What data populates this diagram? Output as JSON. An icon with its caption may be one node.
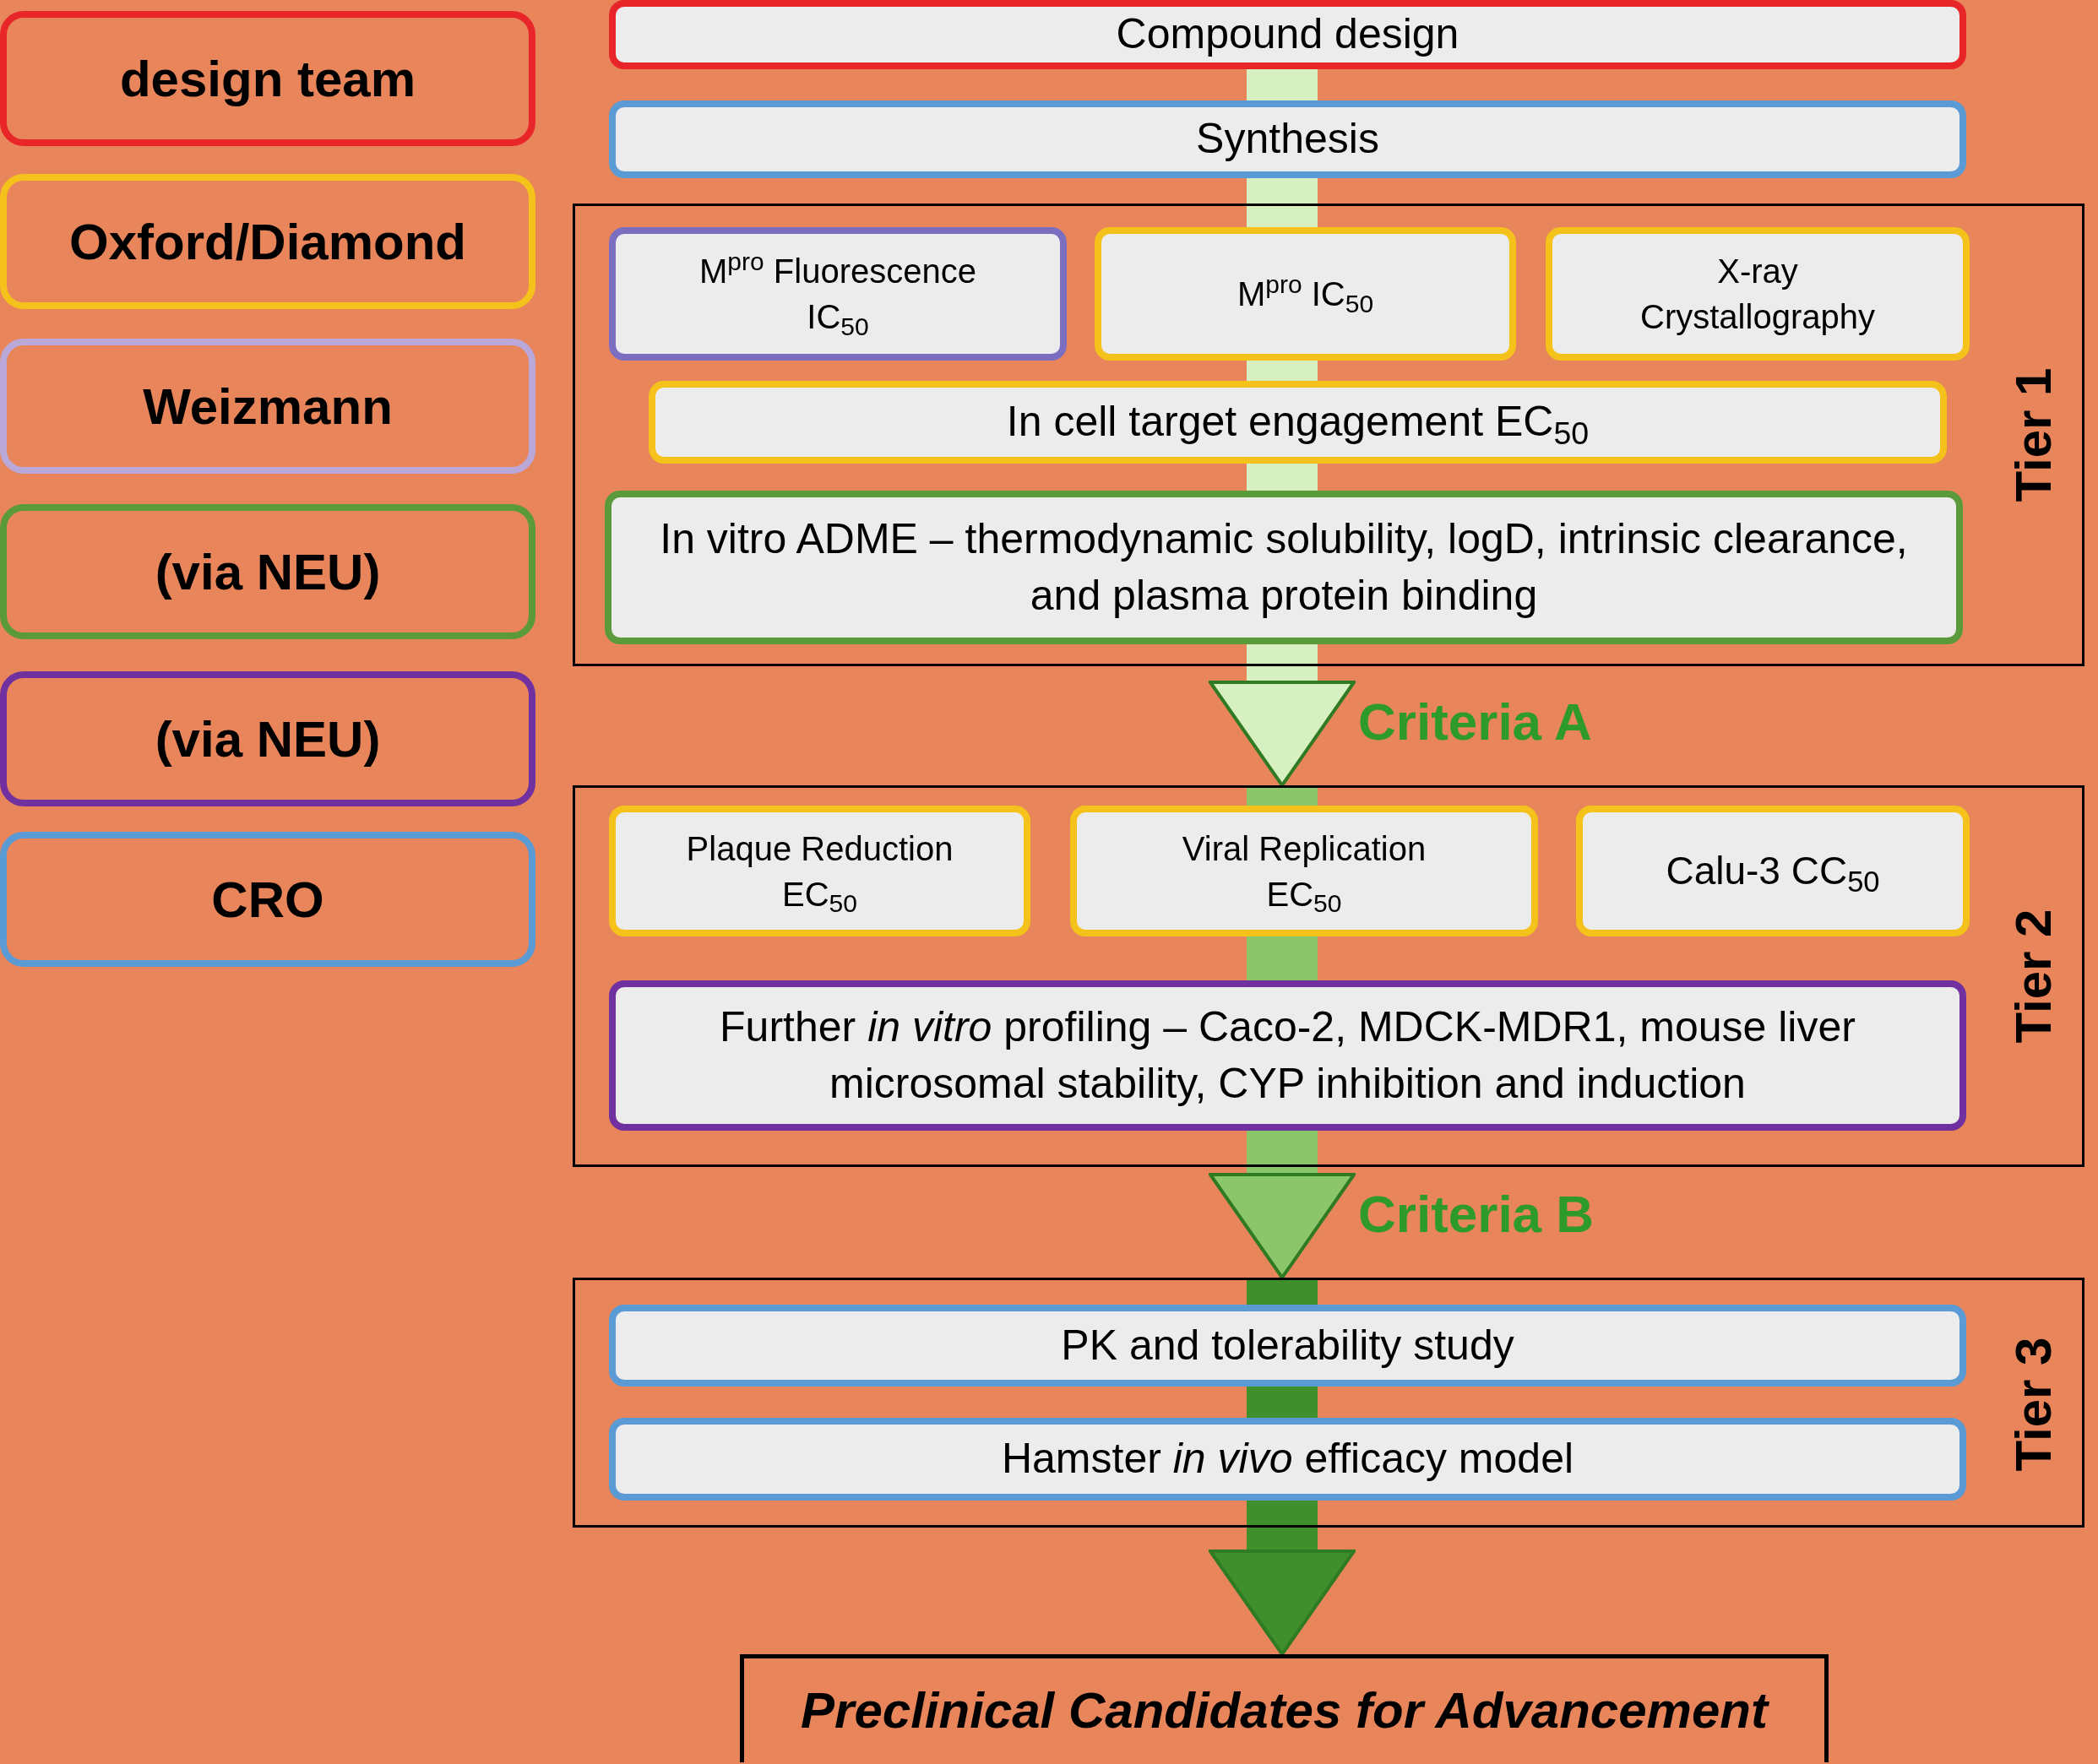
{
  "diagram": {
    "nodes": [
      {
        "text": [
          "design team"
        ]
      },
      {
        "text": [
          "Oxford/Diamond"
        ]
      },
      {
        "text": [
          "Weizmann"
        ]
      },
      {
        "text": [
          "(via NEU)"
        ]
      },
      {
        "text": [
          "(via NEU)"
        ]
      },
      {
        "text": [
          "CRO"
        ]
      },
      {
        "text": [
          "Compound design"
        ]
      },
      {
        "text": [
          "Synthesis"
        ]
      },
      {
        "text": [
          "Tier 1"
        ]
      },
      {
        "text": [
          "M$^{pro}$ Fluorescence IC$_{50}$"
        ],
        "in": 8
      },
      {
        "text": [
          "M$^{pro}$ IC$_{50}$"
        ],
        "in": 8
      },
      {
        "text": [
          "X-ray Crystallography"
        ],
        "in": 8
      },
      {
        "text": [
          "In cell target engagement EC$_{50}$"
        ],
        "in": 8
      },
      {
        "text": [
          "In vitro ADME – thermodynamic solubility, logD, intrinsic clearance, and plasma protein binding"
        ],
        "in": 8
      },
      {
        "text": [
          "Tier 2"
        ]
      },
      {
        "text": [
          "Plaque Reduction EC$_{50}$"
        ],
        "in": 14
      },
      {
        "text": [
          "Viral Replication EC$_{50}$"
        ],
        "in": 14
      },
      {
        "text": [
          "Calu-3 CC$_{50}$"
        ],
        "in": 14
      },
      {
        "text": [
          "Further *in vitro* profiling – Caco-2, MDCK-MDR1, mouse liver microsomal stability, CYP inhibition and induction"
        ],
        "in": 14
      },
      {
        "text": [
          "Tier 3"
        ]
      },
      {
        "text": [
          "PK and tolerability study"
        ],
        "in": 19
      },
      {
        "text": [
          "Hamster *in vivo* efficacy model"
        ],
        "in": 19
      },
      {
        "text": [
          "Preclinical Candidates for Advancement"
        ]
      }
    ],
    "edges": [
      {
        "from": 6,
        "to": 7,
        "arrow": "none",
        "color": "#d6f0c2"
      },
      {
        "from": 7,
        "to": 8,
        "arrow": "none",
        "color": "#d6f0c2"
      },
      {
        "from": 8,
        "to": 14,
        "arrow": "to",
        "label": "Criteria A",
        "color": "#d6f0c2"
      },
      {
        "from": 14,
        "to": 19,
        "arrow": "to",
        "label": "Criteria B",
        "color": "#8cc66a"
      },
      {
        "from": 19,
        "to": 22,
        "arrow": "to",
        "color": "#3f8f2c"
      }
    ]
  }
}
